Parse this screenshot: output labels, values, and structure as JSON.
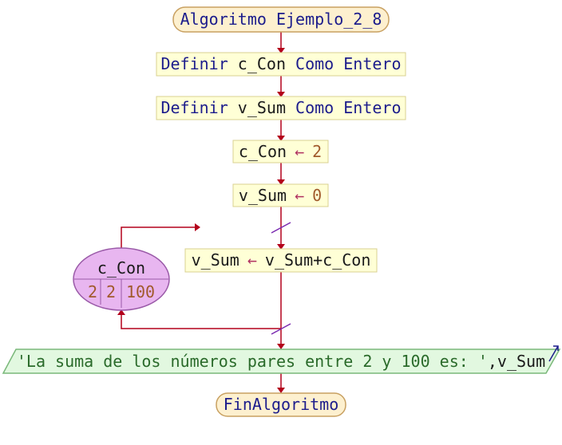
{
  "diagram": {
    "colors": {
      "line": "#b3001b",
      "term_fill": "#fdf0cf",
      "term_stroke": "#c8a060",
      "box_fill": "#ffffd6",
      "box_stroke": "#d8d090",
      "io_fill": "#e2f8e0",
      "io_stroke": "#7ab87a",
      "loop_fill": "#e8b6f0",
      "loop_stroke": "#9a5aa8",
      "mark": "#7a2ab0"
    },
    "start": {
      "label": "Algoritmo Ejemplo_2_8"
    },
    "steps": [
      {
        "kw": "Definir ",
        "id": "c_Con",
        "kw2": " Como Entero"
      },
      {
        "kw": "Definir ",
        "id": "v_Sum",
        "kw2": " Como Entero"
      }
    ],
    "assign1": {
      "var": "c_Con",
      "arrow": "←",
      "value": "2"
    },
    "assign2": {
      "var": "v_Sum",
      "arrow": "←",
      "value": "0"
    },
    "loop": {
      "var": "c_Con",
      "start": "2",
      "step": "2",
      "end": "100",
      "body": {
        "var": "v_Sum",
        "arrow": "←",
        "expr": "v_Sum+c_Con"
      }
    },
    "output": {
      "string": "'La suma de los números pares entre 2 y 100 es: '",
      "rest": ",v_Sum"
    },
    "end": {
      "label": "FinAlgoritmo"
    }
  }
}
